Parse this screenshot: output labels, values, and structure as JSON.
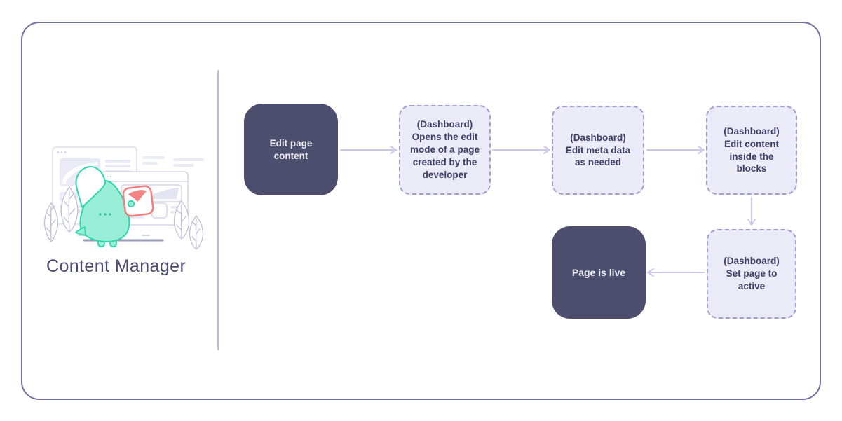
{
  "left_panel": {
    "title": "Content Manager",
    "illustration": "mascot-holding-page-card-with-browser-windows-and-plants"
  },
  "flowchart": {
    "nodes": [
      {
        "id": "edit-page-content",
        "type": "solid",
        "label": "Edit page\ncontent"
      },
      {
        "id": "open-edit-mode",
        "type": "dashed",
        "label": "(Dashboard)\nOpens the edit\nmode of a page\ncreated by the\ndeveloper"
      },
      {
        "id": "edit-meta-data",
        "type": "dashed",
        "label": "(Dashboard)\nEdit meta data\nas needed"
      },
      {
        "id": "edit-content-blocks",
        "type": "dashed",
        "label": "(Dashboard)\nEdit content\ninside the\nblocks"
      },
      {
        "id": "set-page-active",
        "type": "dashed",
        "label": "(Dashboard)\nSet page to\nactive"
      },
      {
        "id": "page-is-live",
        "type": "solid",
        "label": "Page is live"
      }
    ],
    "arrows": [
      {
        "from": "edit-page-content",
        "to": "open-edit-mode",
        "direction": "right"
      },
      {
        "from": "open-edit-mode",
        "to": "edit-meta-data",
        "direction": "right"
      },
      {
        "from": "edit-meta-data",
        "to": "edit-content-blocks",
        "direction": "right"
      },
      {
        "from": "edit-content-blocks",
        "to": "set-page-active",
        "direction": "down"
      },
      {
        "from": "set-page-active",
        "to": "page-is-live",
        "direction": "left"
      }
    ]
  },
  "colors": {
    "frame_border": "#70709e",
    "divider": "#bbbbdb",
    "solid_node_bg": "#4d4d6e",
    "solid_node_text": "#ededf8",
    "dashed_node_bg": "#ebebf8",
    "dashed_node_border": "#9d9dd0",
    "dashed_node_text": "#3d3d66",
    "arrow": "#c9c9ee",
    "title_text": "#4a4a72",
    "mascot_fill": "#98eed6",
    "mascot_stroke": "#2dd6ab",
    "card_accent": "#f47c7c",
    "sketch_outline": "#d6d6ea",
    "ground_line": "#9b9bbd"
  }
}
